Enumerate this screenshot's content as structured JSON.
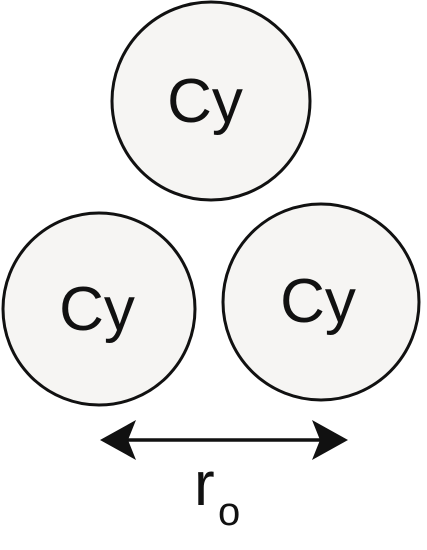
{
  "circles": [
    {
      "label": "Cy"
    },
    {
      "label": "Cy"
    },
    {
      "label": "Cy"
    }
  ],
  "distance": {
    "symbol": "r",
    "subscript": "o"
  },
  "colors": {
    "fill": "#f6f5f3",
    "stroke": "#111111"
  }
}
